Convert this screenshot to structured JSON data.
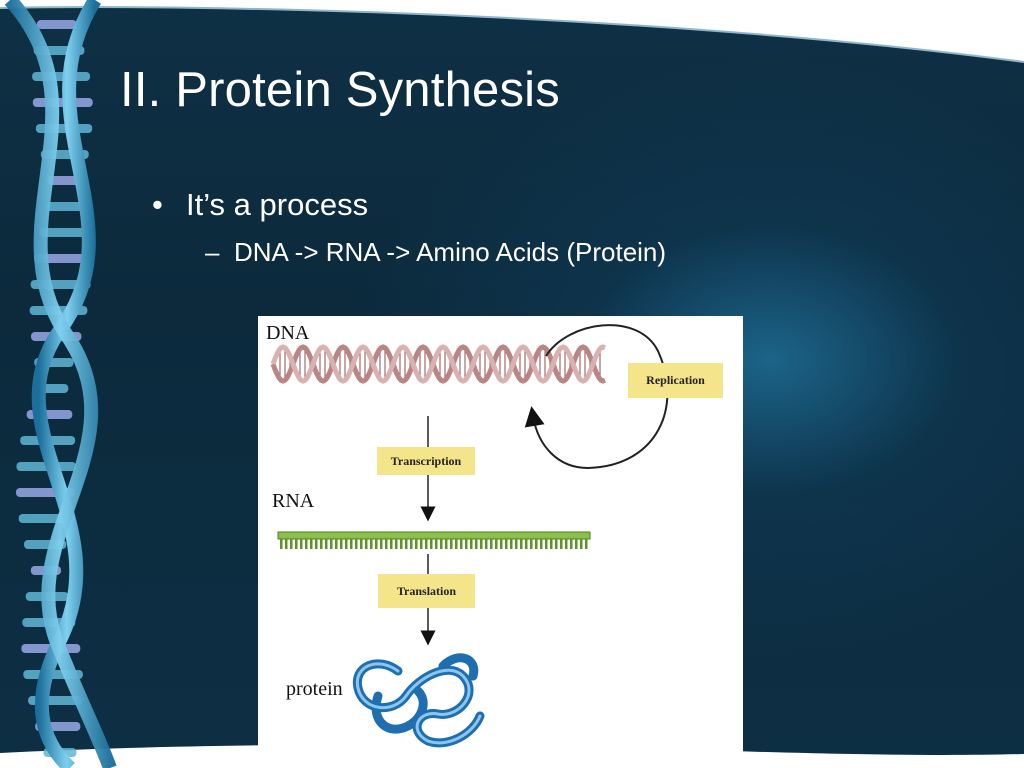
{
  "slide": {
    "title": "II. Protein Synthesis",
    "bullets": [
      {
        "marker": "•",
        "text": "It’s a process"
      },
      {
        "marker": "–",
        "text": "DNA -> RNA -> Amino Acids (Protein)"
      }
    ]
  },
  "figure": {
    "labels": {
      "dna": "DNA",
      "rna": "RNA",
      "protein": "protein"
    },
    "steps": {
      "replication": "Replication",
      "transcription": "Transcription",
      "translation": "Translation"
    }
  },
  "colors": {
    "background": "#0c2a3c",
    "accent_blue": "#3f9cc8",
    "dna_strand": "#c79a9a",
    "rna_strand": "#6fa032",
    "protein": "#2f7fc0",
    "label_box": "#f4e58a"
  }
}
